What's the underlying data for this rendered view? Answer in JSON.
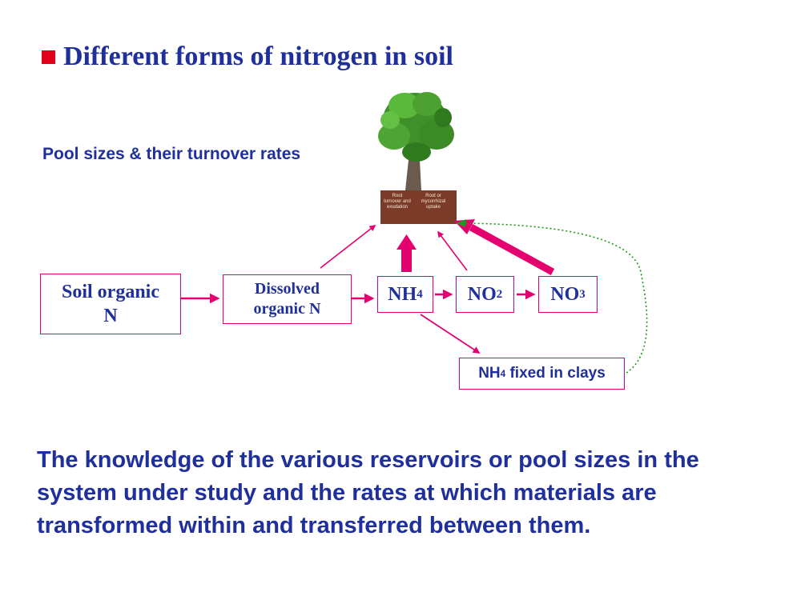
{
  "title": {
    "text": "Different forms of nitrogen in soil",
    "bullet_color": "#e0001b"
  },
  "subtitle": "Pool sizes & their turnover rates",
  "pools": {
    "soil_organic": [
      "Soil organic",
      "N"
    ],
    "dissolved_organic": [
      "Dissolved",
      "organic N"
    ],
    "nh4": {
      "base": "NH",
      "sub": "4"
    },
    "no2": {
      "base": "NO",
      "sub": "2"
    },
    "no3": {
      "base": "NO",
      "sub": "3"
    },
    "fixed_clays": {
      "base": "NH",
      "sub": "4",
      "suffix": " fixed in clays"
    }
  },
  "tree": {
    "soil_label_left": [
      "Root",
      "turnover and",
      "exudation"
    ],
    "soil_label_right": [
      "Root or",
      "mycorrhizal",
      "uptake"
    ]
  },
  "body_text": "The knowledge of the various reservoirs or pool sizes in the system under study and the rates at which materials are transformed within and transferred between them.",
  "colors": {
    "text_blue": "#1f2f9c",
    "arrow_pink": "#e4006f",
    "green_dotted": "#1a9a1a",
    "soil_brown": "#7b3b28"
  }
}
